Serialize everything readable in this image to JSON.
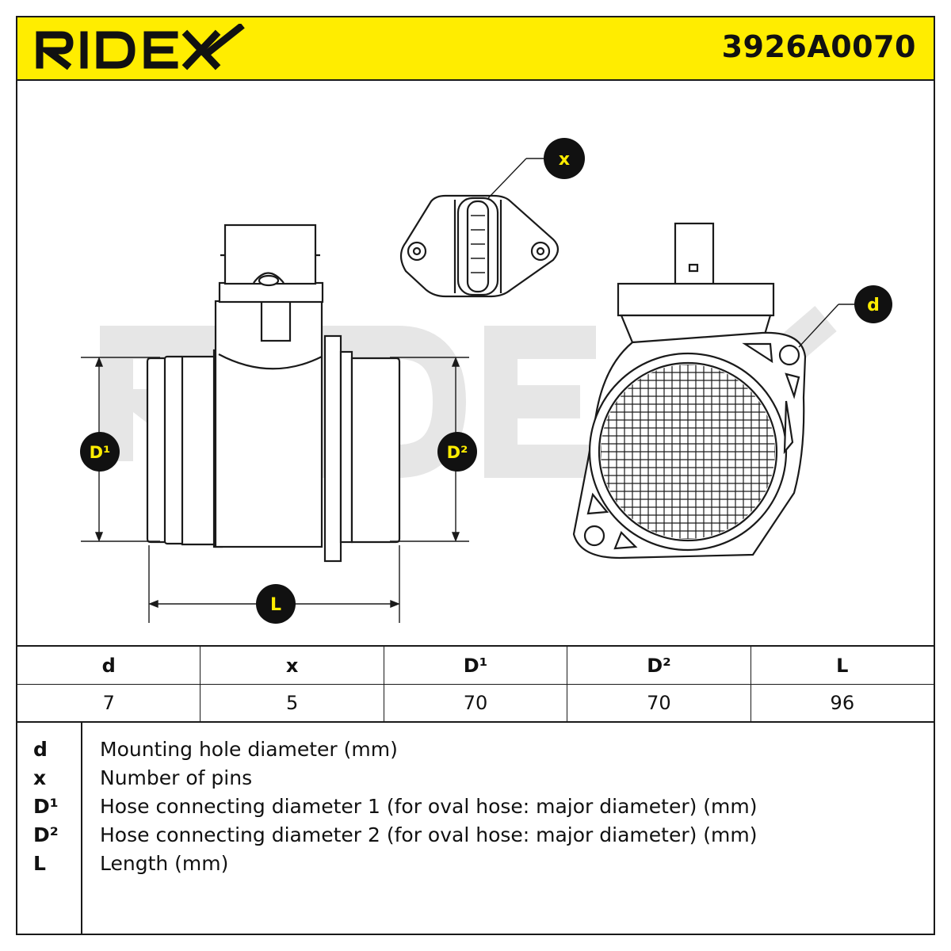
{
  "header": {
    "brand": "RIDEX",
    "part_number": "3926A0070",
    "accent_color": "#ffed00"
  },
  "diagram": {
    "watermark": "RIDEX",
    "labels": {
      "x": "x",
      "d": "d",
      "D1": "D¹",
      "D2": "D²",
      "L": "L"
    }
  },
  "spec_table": {
    "headers": [
      "d",
      "x",
      "D¹",
      "D²",
      "L"
    ],
    "values": [
      "7",
      "5",
      "70",
      "70",
      "96"
    ]
  },
  "legend": [
    {
      "key": "d",
      "desc": "Mounting hole diameter (mm)"
    },
    {
      "key": "x",
      "desc": "Number of pins"
    },
    {
      "key": "D¹",
      "desc": "Hose connecting diameter 1 (for oval hose: major diameter) (mm)"
    },
    {
      "key": "D²",
      "desc": "Hose connecting diameter 2 (for oval hose: major diameter) (mm)"
    },
    {
      "key": "L",
      "desc": "Length (mm)"
    }
  ]
}
